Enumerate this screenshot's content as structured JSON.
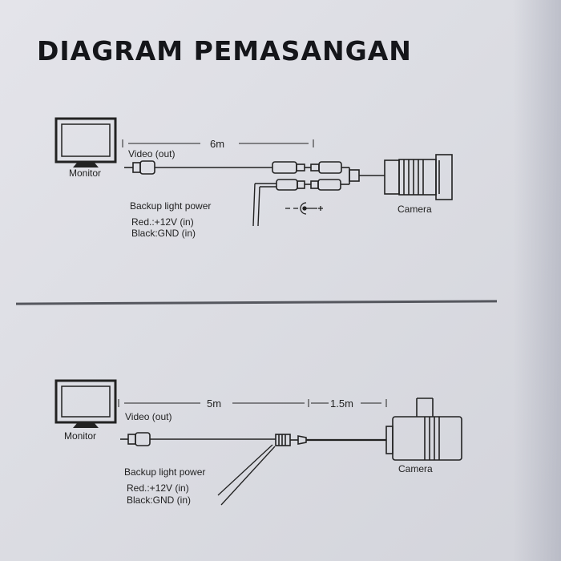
{
  "title": "DIAGRAM PEMASANGAN",
  "diagram1": {
    "monitor_label": "Monitor",
    "video_label": "Video (out)",
    "length_label": "6m",
    "power_label": "Backup light power",
    "red_label": "Red.:+12V (in)",
    "black_label": "Black:GND (in)",
    "camera_label": "Camera"
  },
  "diagram2": {
    "monitor_label": "Monitor",
    "video_label": "Video (out)",
    "length_label": "5m",
    "length2_label": "1.5m",
    "power_label": "Backup light power",
    "red_label": "Red.:+12V (in)",
    "black_label": "Black:GND (in)",
    "camera_label": "Camera"
  }
}
